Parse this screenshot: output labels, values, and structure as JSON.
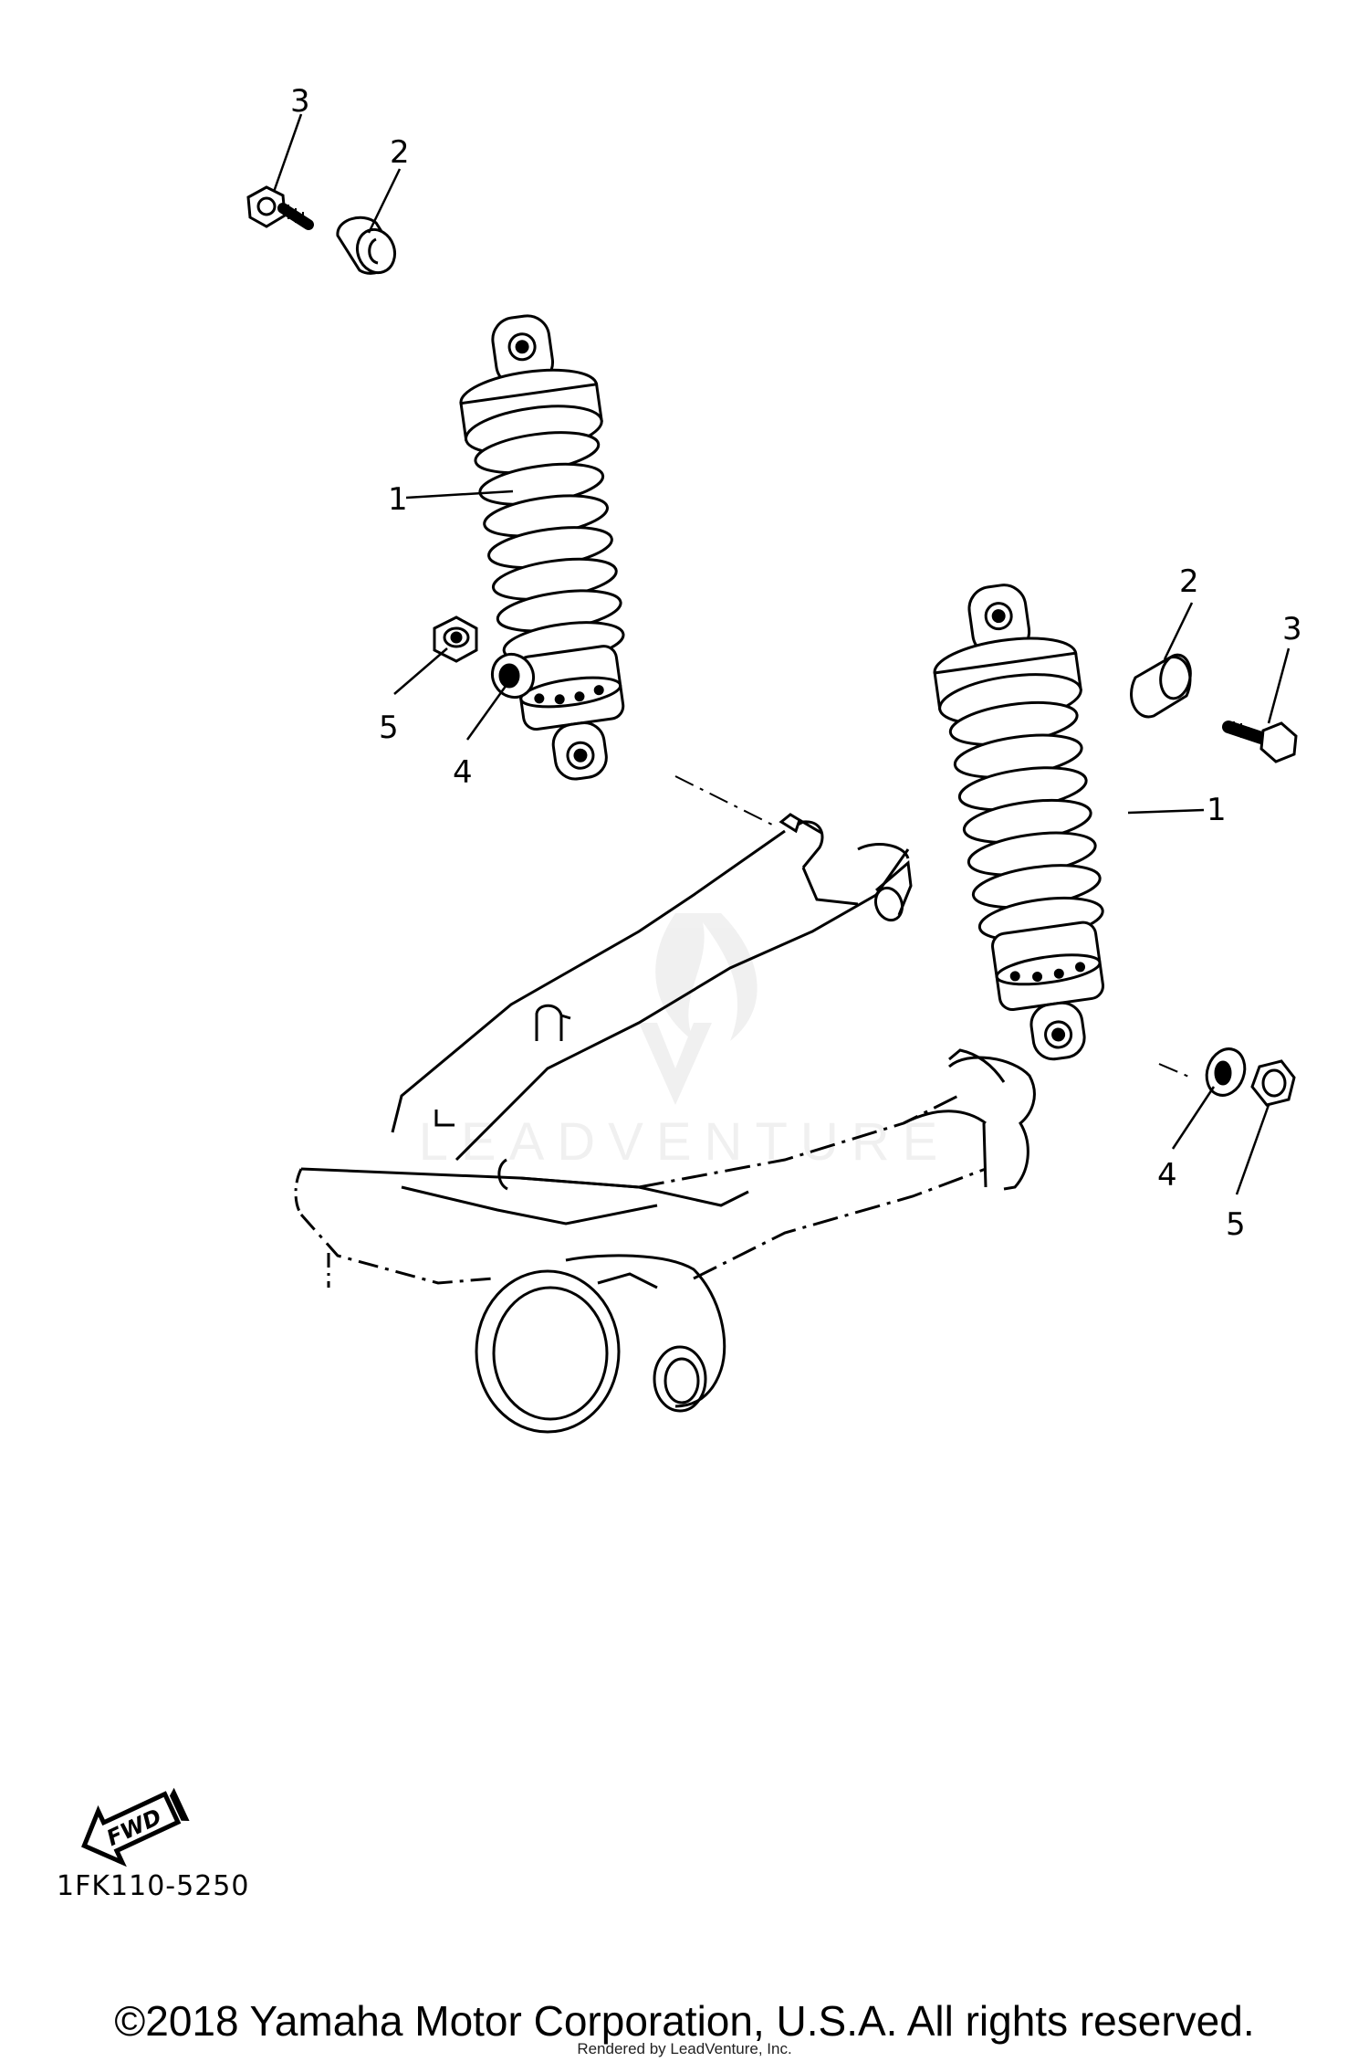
{
  "watermark": "LEADVENTURE",
  "fwd_label": "FWD",
  "diagram_code": "1FK110-5250",
  "copyright": "©2018 Yamaha Motor Corporation, U.S.A. All rights reserved.",
  "rendered_by": "Rendered by LeadVenture, Inc.",
  "callouts": {
    "left_shock": "1",
    "left_bushing": "2",
    "left_bolt": "3",
    "left_washer": "4",
    "left_nut": "5",
    "right_shock": "1",
    "right_bushing": "2",
    "right_bolt": "3",
    "right_washer": "4",
    "right_nut": "5"
  }
}
